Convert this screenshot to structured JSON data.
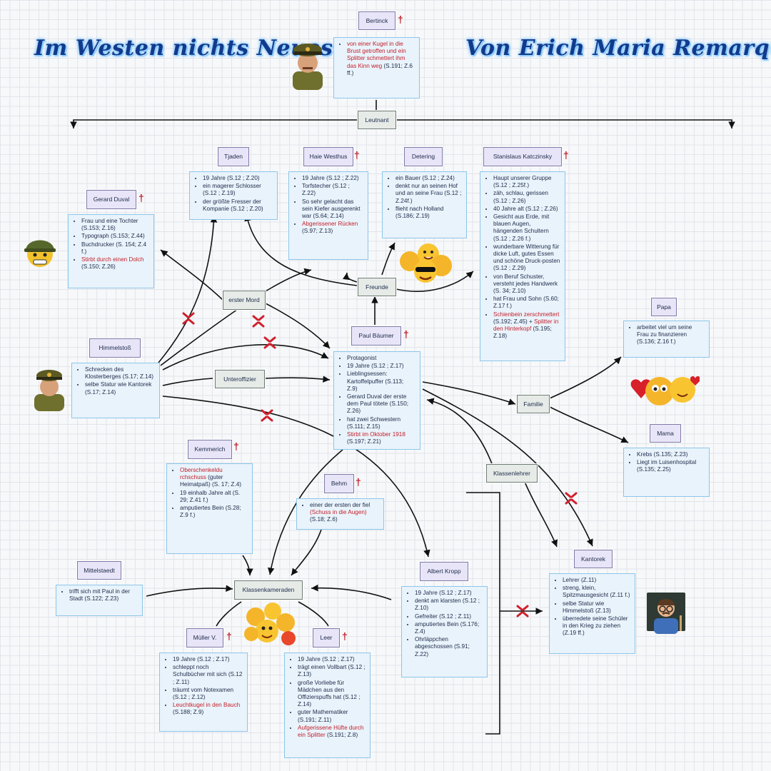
{
  "title_left": "Im Westen nichts Neues",
  "title_right": "Von Erich Maria Remarque",
  "nodes": {
    "bertinck": {
      "name": "Bertinck",
      "deceased": true,
      "facts": [
        {
          "text": "von einer Kugel in die Brust getroffen und ein Splitter schmettert ihm das Kinn weg",
          "ref": "(S.191; Z.6 ff.)",
          "highlight": true
        }
      ]
    },
    "leutnant": {
      "name": "Leutnant"
    },
    "tjaden": {
      "name": "Tjaden",
      "deceased": false,
      "facts": [
        {
          "text": "19 Jahre (S.12 ; Z.20)"
        },
        {
          "text": "ein magerer Schlosser (S.12 ; Z.19)"
        },
        {
          "text": "der größte Fresser der Kompanie (S.12 ; Z.20)"
        }
      ]
    },
    "haie": {
      "name": "Haie Westhus",
      "deceased": true,
      "facts": [
        {
          "text": "19 Jahre (S.12 ; Z.22)"
        },
        {
          "text": "Torfstecher (S.12 ; Z.22)"
        },
        {
          "text": "So sehr gelacht das sein Kiefer ausgerenkt war (S.64; Z.14)"
        },
        {
          "text": "Abgerissener Rücken",
          "ref": "(S.97; Z.13)",
          "highlight": true
        }
      ]
    },
    "detering": {
      "name": "Detering",
      "deceased": false,
      "facts": [
        {
          "text": "ein Bauer (S.12 ; Z.24)"
        },
        {
          "text": "denkt nur an seinen Hof und an seine Frau (S.12 ; Z.24f.)"
        },
        {
          "text": "flieht nach Holland (S.186; Z.19)"
        }
      ]
    },
    "kat": {
      "name": "Stanislaus Katczinsky",
      "deceased": true,
      "facts": [
        {
          "text": "Haupt unserer Gruppe (S.12 ; Z.25f.)"
        },
        {
          "text": "zäh, schlau, gerissen (S.12 ; Z.26)"
        },
        {
          "text": "40 Jahre alt (S.12 ; Z.26)"
        },
        {
          "text": "Gesicht aus Erde, mit blauen Augen, hängenden Schultern (S.12 ; Z.26 f.)"
        },
        {
          "text": "wunderbare Witterung für dicke Luft, gutes Essen und schöne Druck-posten (S.12 ; Z.29)"
        },
        {
          "text": "von Beruf Schuster, versteht jedes Handwerk (S. 34; Z.10)"
        },
        {
          "text": "hat Frau und Sohn (S.60; Z.17 f.)"
        },
        {
          "text": "Schienbein zerschmettert",
          "ref": "(S.192; Z.45) +",
          "text2": "Splitter in den Hinterkopf",
          "ref2": "(S.195; Z.18)",
          "highlight": true
        }
      ]
    },
    "duval": {
      "name": "Gerard Duval",
      "deceased": true,
      "facts": [
        {
          "text": "Frau und eine Tochter (S.153; Z.16)"
        },
        {
          "text": "Typograph (S.153; Z.44)"
        },
        {
          "text": "Buchdrucker (S. 154; Z.4 f.)"
        },
        {
          "text": "Stirbt durch einen Dolch",
          "ref": "(S.150; Z.26)",
          "highlight": true
        }
      ]
    },
    "erster_mord": {
      "name": "erster Mord"
    },
    "freunde": {
      "name": "Freunde"
    },
    "himmelstoss": {
      "name": "Himmelstoß",
      "facts": [
        {
          "text": "Schrecken des Klosterberges (S.17; Z.14)"
        },
        {
          "text": "selbe Statur wie Kantorek (S.17; Z.14)"
        }
      ]
    },
    "unteroffizier": {
      "name": "Unteroffizier"
    },
    "paul": {
      "name": "Paul Bäumer",
      "deceased": true,
      "facts": [
        {
          "text": "Protagonist"
        },
        {
          "text": "19 Jahre (S.12 ; Z.17)"
        },
        {
          "text": "Lieblingsessen: Kartoffelpuffer (S.113; Z.9)"
        },
        {
          "text": "Gerard Duval der erste dem Paul tötete (S.150; Z.26)"
        },
        {
          "text": "hat zwei Schwestern (S.111; Z.15)"
        },
        {
          "text": "Stirbt im Oktober 1918",
          "ref": "(S.197; Z.21)",
          "highlight": true
        }
      ]
    },
    "papa": {
      "name": "Papa",
      "facts": [
        {
          "text": "arbeitet viel um seine Frau zu finanzieren (S.136; Z.16 f.)"
        }
      ]
    },
    "familie": {
      "name": "Familie"
    },
    "mama": {
      "name": "Mama",
      "facts": [
        {
          "text": "Krebs (S.135; Z.23)"
        },
        {
          "text": "Liegt im Luisenhospital (S.135; Z.25)"
        }
      ]
    },
    "kemmerich": {
      "name": "Kemmerich",
      "deceased": true,
      "facts": [
        {
          "text": "Oberschenkeldu rchschuss",
          "ref": "(guter Heimatpaß) (S. 17; Z.4)",
          "highlight": true
        },
        {
          "text": "19 einhalb Jahre alt (S. 29; Z.41 f.)"
        },
        {
          "text": "amputiertes Bein (S.28; Z.9 f.)"
        }
      ]
    },
    "behm": {
      "name": "Behm",
      "deceased": true,
      "facts": [
        {
          "text": "einer der ersten der fiel",
          "text2": "(Schuss in die Augen)",
          "ref2": "(S.18; Z.6)"
        }
      ]
    },
    "klassenlehrer": {
      "name": "Klassenlehrer"
    },
    "mittelstaedt": {
      "name": "Mittelstaedt",
      "facts": [
        {
          "text": "trifft sich mit Paul in der Stadt (S.122; Z.23)"
        }
      ]
    },
    "klassenkameraden": {
      "name": "Klassenkameraden"
    },
    "kropp": {
      "name": "Albert Kropp",
      "facts": [
        {
          "text": "19 Jahre (S.12 ; Z.17)"
        },
        {
          "text": "denkt am klarsten (S.12 ; Z.10)"
        },
        {
          "text": "Gefreiter (S.12 ; Z.11)"
        },
        {
          "text": "amputiertes Bein (S.176; Z.4)"
        },
        {
          "text": "Ohrläppchen abgeschossen (S.91; Z.22)"
        }
      ]
    },
    "kantorek": {
      "name": "Kantorek",
      "facts": [
        {
          "text": "Lehrer (Z.11)"
        },
        {
          "text": "streng, klein, Spitzmausgesicht (Z.11 f.)"
        },
        {
          "text": "selbe Statur wie Himmelstoß (Z.13)"
        },
        {
          "text": "überredete seine Schüler in den Krieg zu ziehen (Z.19 ff.)"
        }
      ]
    },
    "mueller": {
      "name": "Müller V.",
      "deceased": true,
      "facts": [
        {
          "text": "19 Jahre (S.12 ; Z.17)"
        },
        {
          "text": "schleppt noch Schulbücher mit sich (S.12 ; Z.11)"
        },
        {
          "text": "träumt vom Notexamen (S.12 ; Z.12)"
        },
        {
          "text": "Leuchtkugel in den Bauch",
          "ref": "(S.188; Z.9)",
          "highlight": true
        }
      ]
    },
    "leer": {
      "name": "Leer",
      "deceased": true,
      "facts": [
        {
          "text": "19 Jahre (S.12 ; Z.17)"
        },
        {
          "text": "trägt einen Vollbart (S.12 ; Z.13)"
        },
        {
          "text": "große Vorliebe für Mädchen aus den Offizierspuffs hat (S.12 ; Z.14)"
        },
        {
          "text": "guter Mathematiker (S.191; Z.11)"
        },
        {
          "text": "Aufgerissene Hüfte durch ein Splitter",
          "ref": "(S.191; Z.8)",
          "highlight": true
        }
      ]
    }
  },
  "death_mark": "†",
  "colors": {
    "death": "#c4202a",
    "title": "#123a8c",
    "box_border": "#8cc6ea",
    "box_fill": "#e9f3fb",
    "label_fill": "#e8e5f8"
  }
}
